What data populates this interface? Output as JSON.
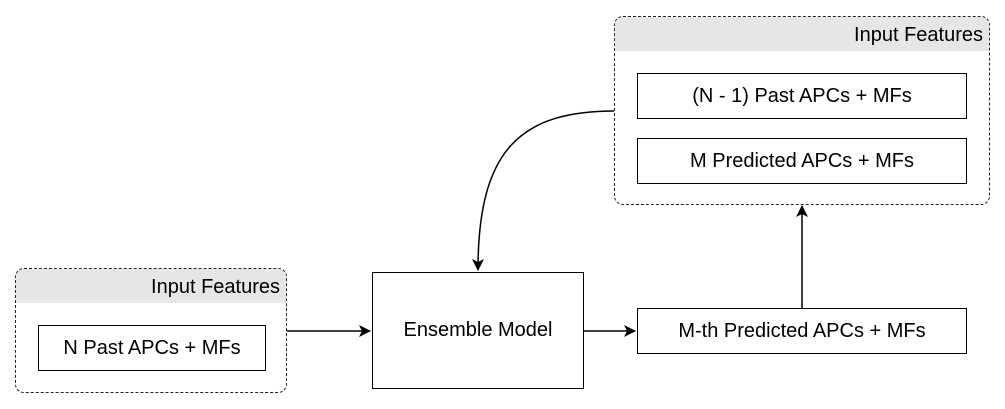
{
  "left_group": {
    "title": "Input Features",
    "items": [
      "N Past APCs + MFs"
    ]
  },
  "top_group": {
    "title": "Input Features",
    "items": [
      "(N - 1) Past APCs + MFs",
      "M Predicted APCs + MFs"
    ]
  },
  "model": {
    "label": "Ensemble Model"
  },
  "output": {
    "label": "M-th Predicted APCs + MFs"
  },
  "colors": {
    "stroke": "#000000",
    "group_header": "#e6e6e6"
  }
}
